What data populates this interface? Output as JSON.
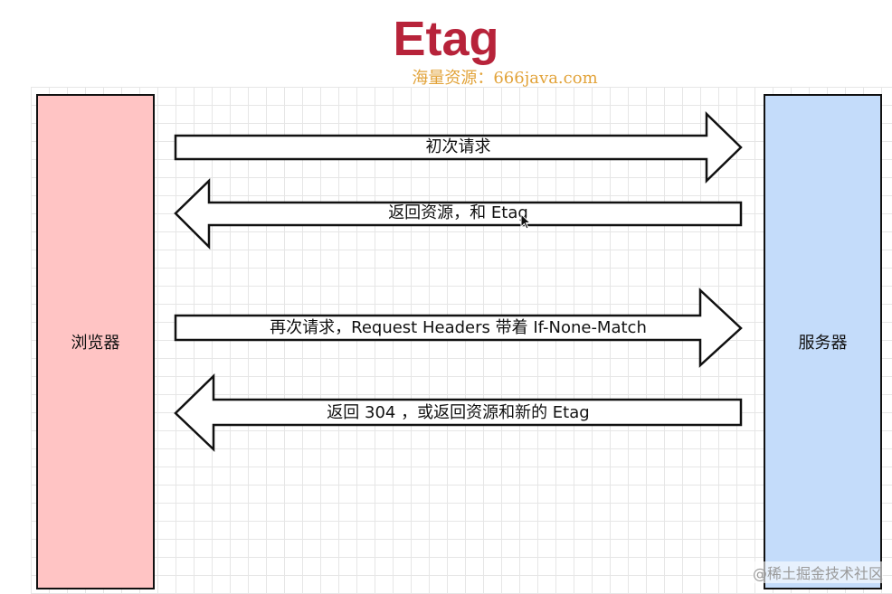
{
  "title": "Etag",
  "watermark": "海量资源：666java.com",
  "actors": {
    "left": "浏览器",
    "right": "服务器"
  },
  "messages": [
    {
      "label": "初次请求",
      "direction": "right"
    },
    {
      "label": "返回资源，和 Etag",
      "direction": "left"
    },
    {
      "label": "再次请求，Request Headers 带着 If-None-Match",
      "direction": "right"
    },
    {
      "label": "返回 304 ，或返回资源和新的 Etag",
      "direction": "left"
    }
  ],
  "footer": {
    "credit": "@稀土掘金技术社区"
  },
  "colors": {
    "title": "#b7233a",
    "watermark": "#e2a33a",
    "browser_box": "#ffc4c4",
    "server_box": "#c4dcfa",
    "outline": "#111111"
  }
}
